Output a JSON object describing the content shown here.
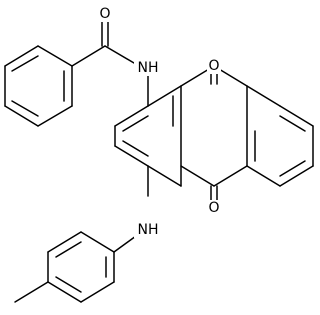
{
  "structure": {
    "labels": {
      "amide_o": "O",
      "amide_nh": "NH",
      "quinone_o_top": "O",
      "quinone_o_bottom": "O",
      "amine_nh": "NH"
    },
    "colors": {
      "bond": "#000000",
      "label": "#000000",
      "background": "#ffffff"
    }
  }
}
